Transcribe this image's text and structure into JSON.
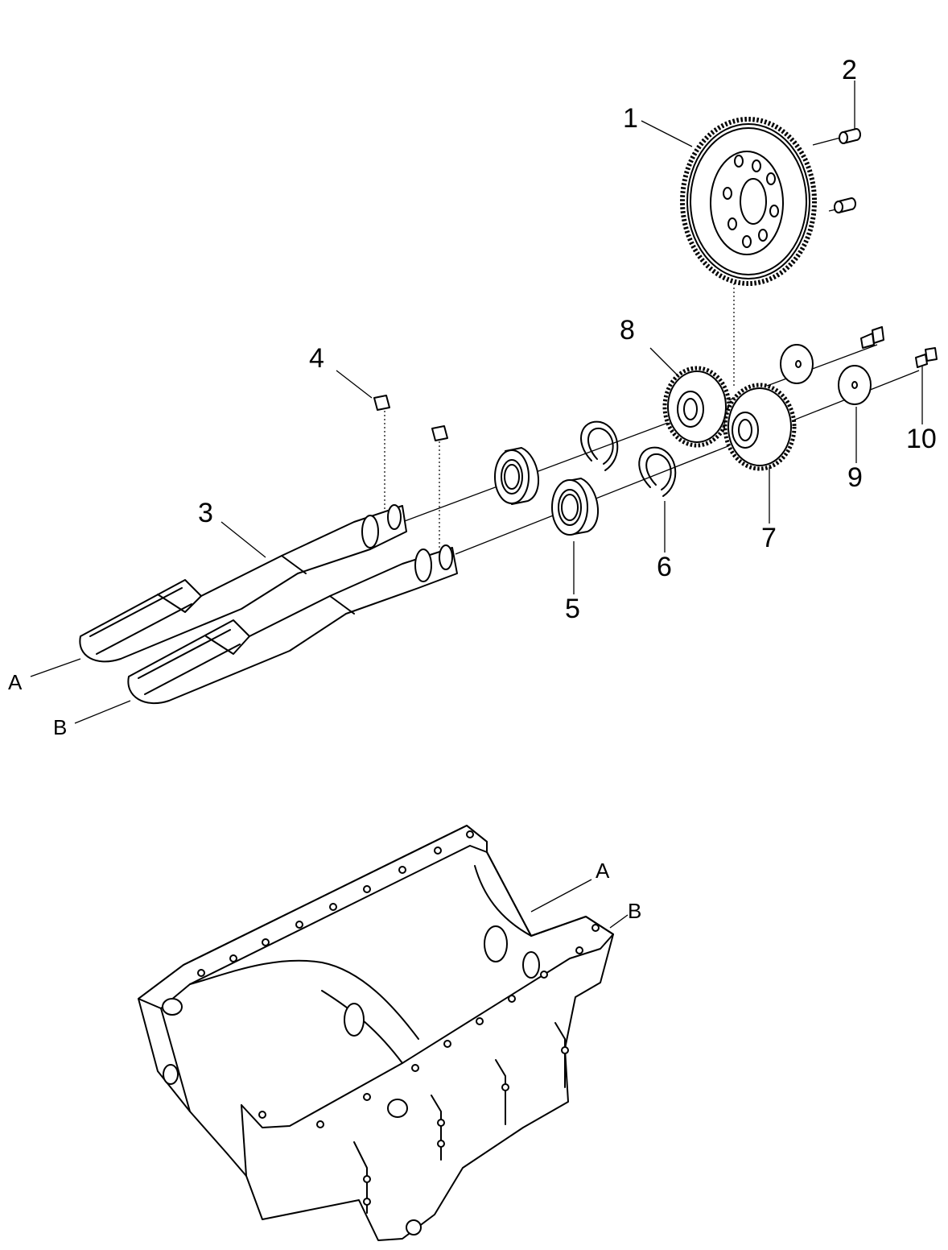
{
  "callouts": {
    "c1": "1",
    "c2": "2",
    "c3": "3",
    "c4": "4",
    "c5": "5",
    "c6": "6",
    "c7": "7",
    "c8": "8",
    "c9": "9",
    "c10": "10"
  },
  "refs": {
    "shaft_a": "A",
    "shaft_b": "B",
    "housing_a": "A",
    "housing_b": "B"
  }
}
